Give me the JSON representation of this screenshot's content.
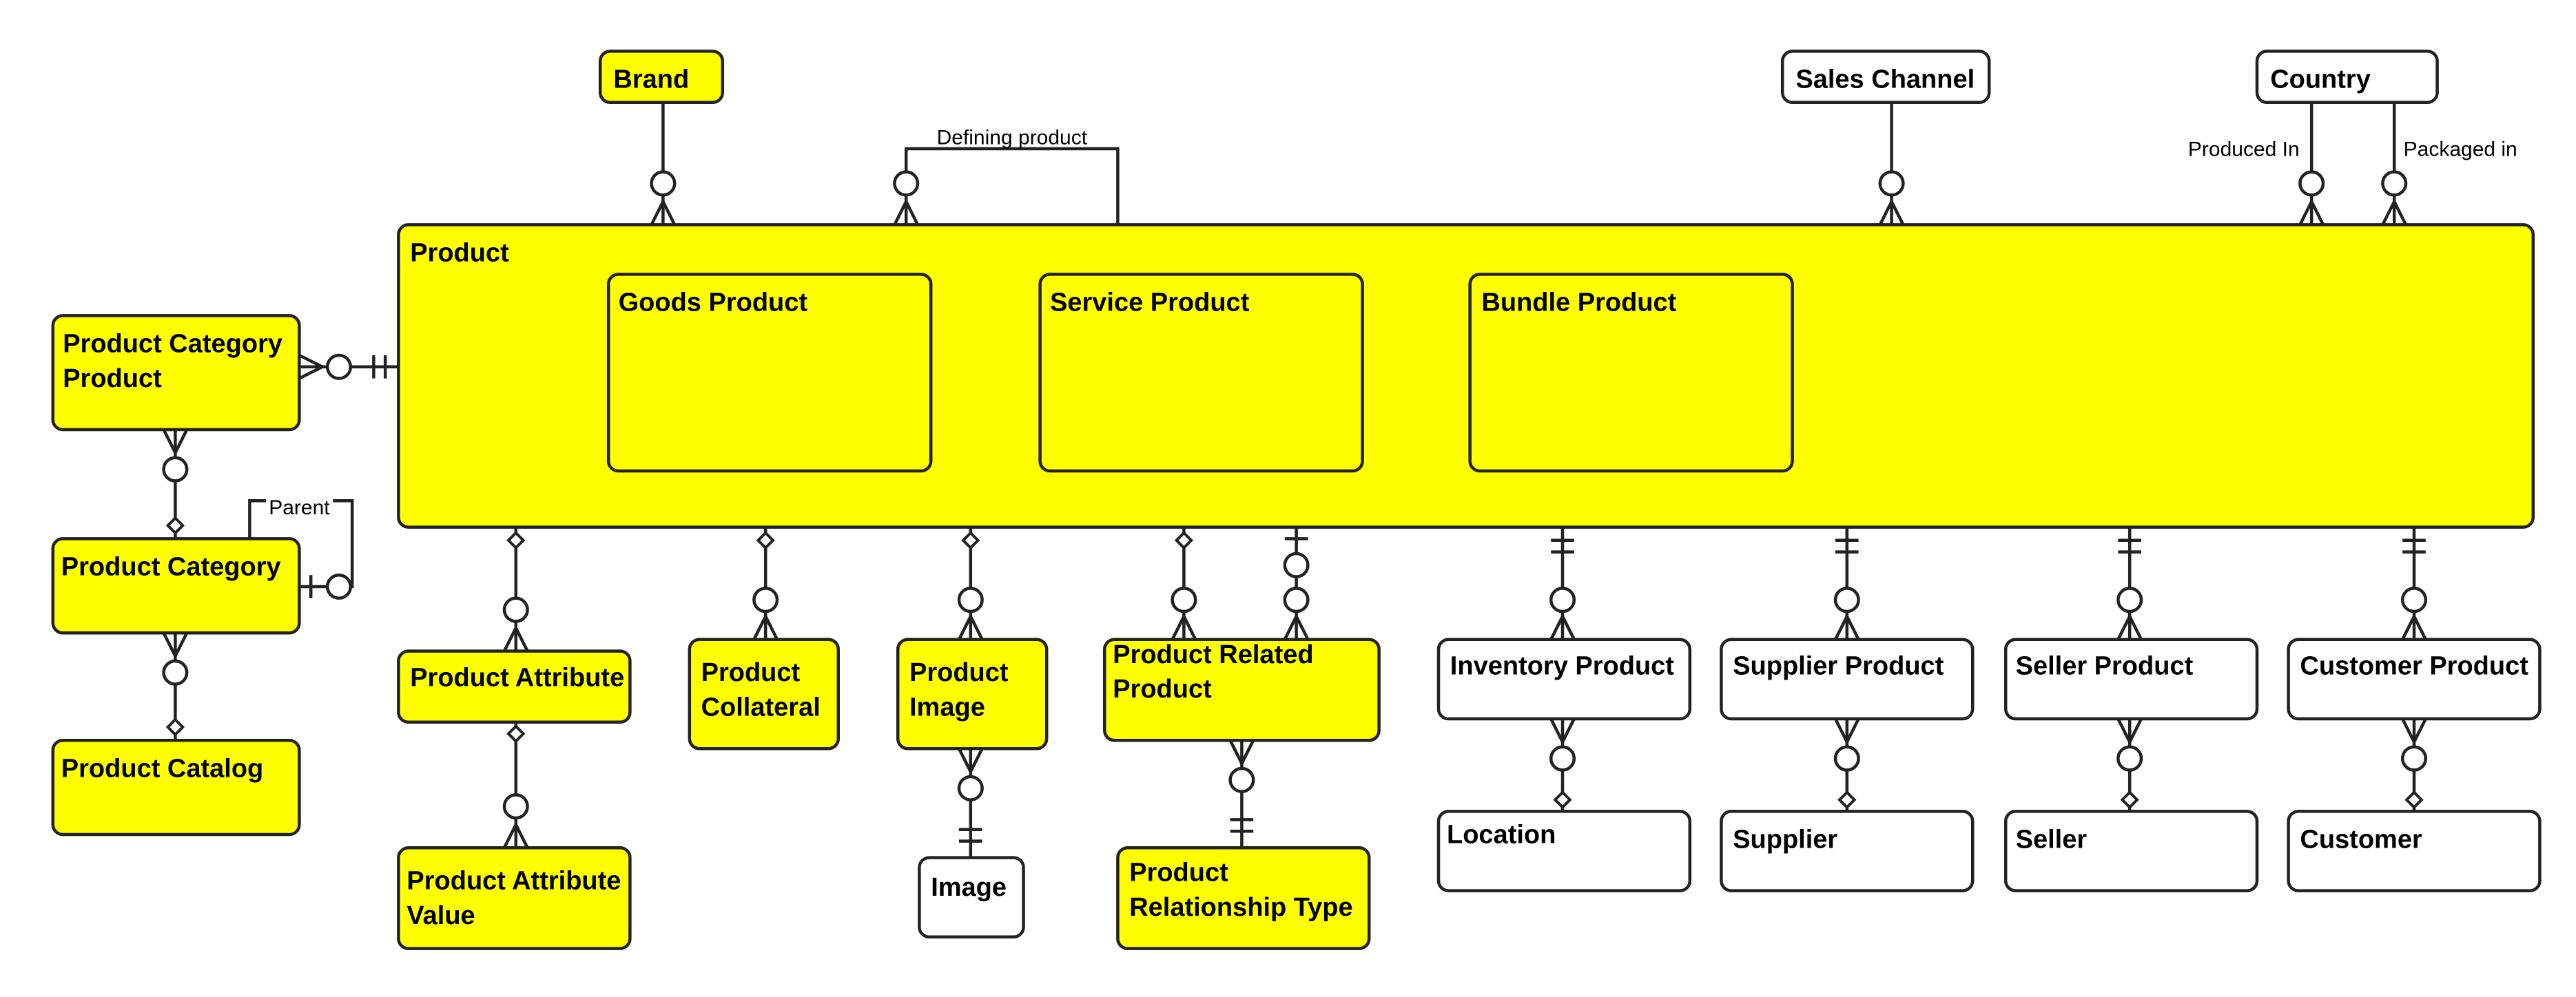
{
  "colors": {
    "highlight": "#ffff00",
    "plain": "#ffffff",
    "stroke": "#222222"
  },
  "entities": {
    "brand": {
      "label": "Brand",
      "highlight": true
    },
    "sales_channel": {
      "label": "Sales Channel",
      "highlight": false
    },
    "country": {
      "label": "Country",
      "highlight": false
    },
    "product": {
      "label": "Product",
      "highlight": true
    },
    "goods_product": {
      "label": "Goods Product",
      "highlight": true
    },
    "service_product": {
      "label": "Service Product",
      "highlight": true
    },
    "bundle_product": {
      "label": "Bundle Product",
      "highlight": true
    },
    "product_category_product": {
      "label": [
        "Product Category",
        "Product"
      ],
      "highlight": true
    },
    "product_category": {
      "label": "Product Category",
      "highlight": true
    },
    "product_catalog": {
      "label": "Product Catalog",
      "highlight": true
    },
    "product_attribute": {
      "label": "Product Attribute",
      "highlight": true
    },
    "product_attribute_value": {
      "label": [
        "Product Attribute",
        "Value"
      ],
      "highlight": true
    },
    "product_collateral": {
      "label": [
        "Product",
        "Collateral"
      ],
      "highlight": true
    },
    "product_image": {
      "label": [
        "Product",
        "Image"
      ],
      "highlight": true
    },
    "image": {
      "label": "Image",
      "highlight": false
    },
    "product_related_product": {
      "label": [
        "Product Related",
        "Product"
      ],
      "highlight": true
    },
    "product_relationship_type": {
      "label": [
        "Product",
        "Relationship Type"
      ],
      "highlight": true
    },
    "inventory_product": {
      "label": "Inventory Product",
      "highlight": false
    },
    "location": {
      "label": "Location",
      "highlight": false
    },
    "supplier_product": {
      "label": "Supplier Product",
      "highlight": false
    },
    "supplier": {
      "label": "Supplier",
      "highlight": false
    },
    "seller_product": {
      "label": "Seller Product",
      "highlight": false
    },
    "seller": {
      "label": "Seller",
      "highlight": false
    },
    "customer_product": {
      "label": "Customer Product",
      "highlight": false
    },
    "customer": {
      "label": "Customer",
      "highlight": false
    }
  },
  "relationship_labels": {
    "defining_product": "Defining product",
    "produced_in": "Produced In",
    "packaged_in": "Packaged in",
    "parent": "Parent"
  }
}
